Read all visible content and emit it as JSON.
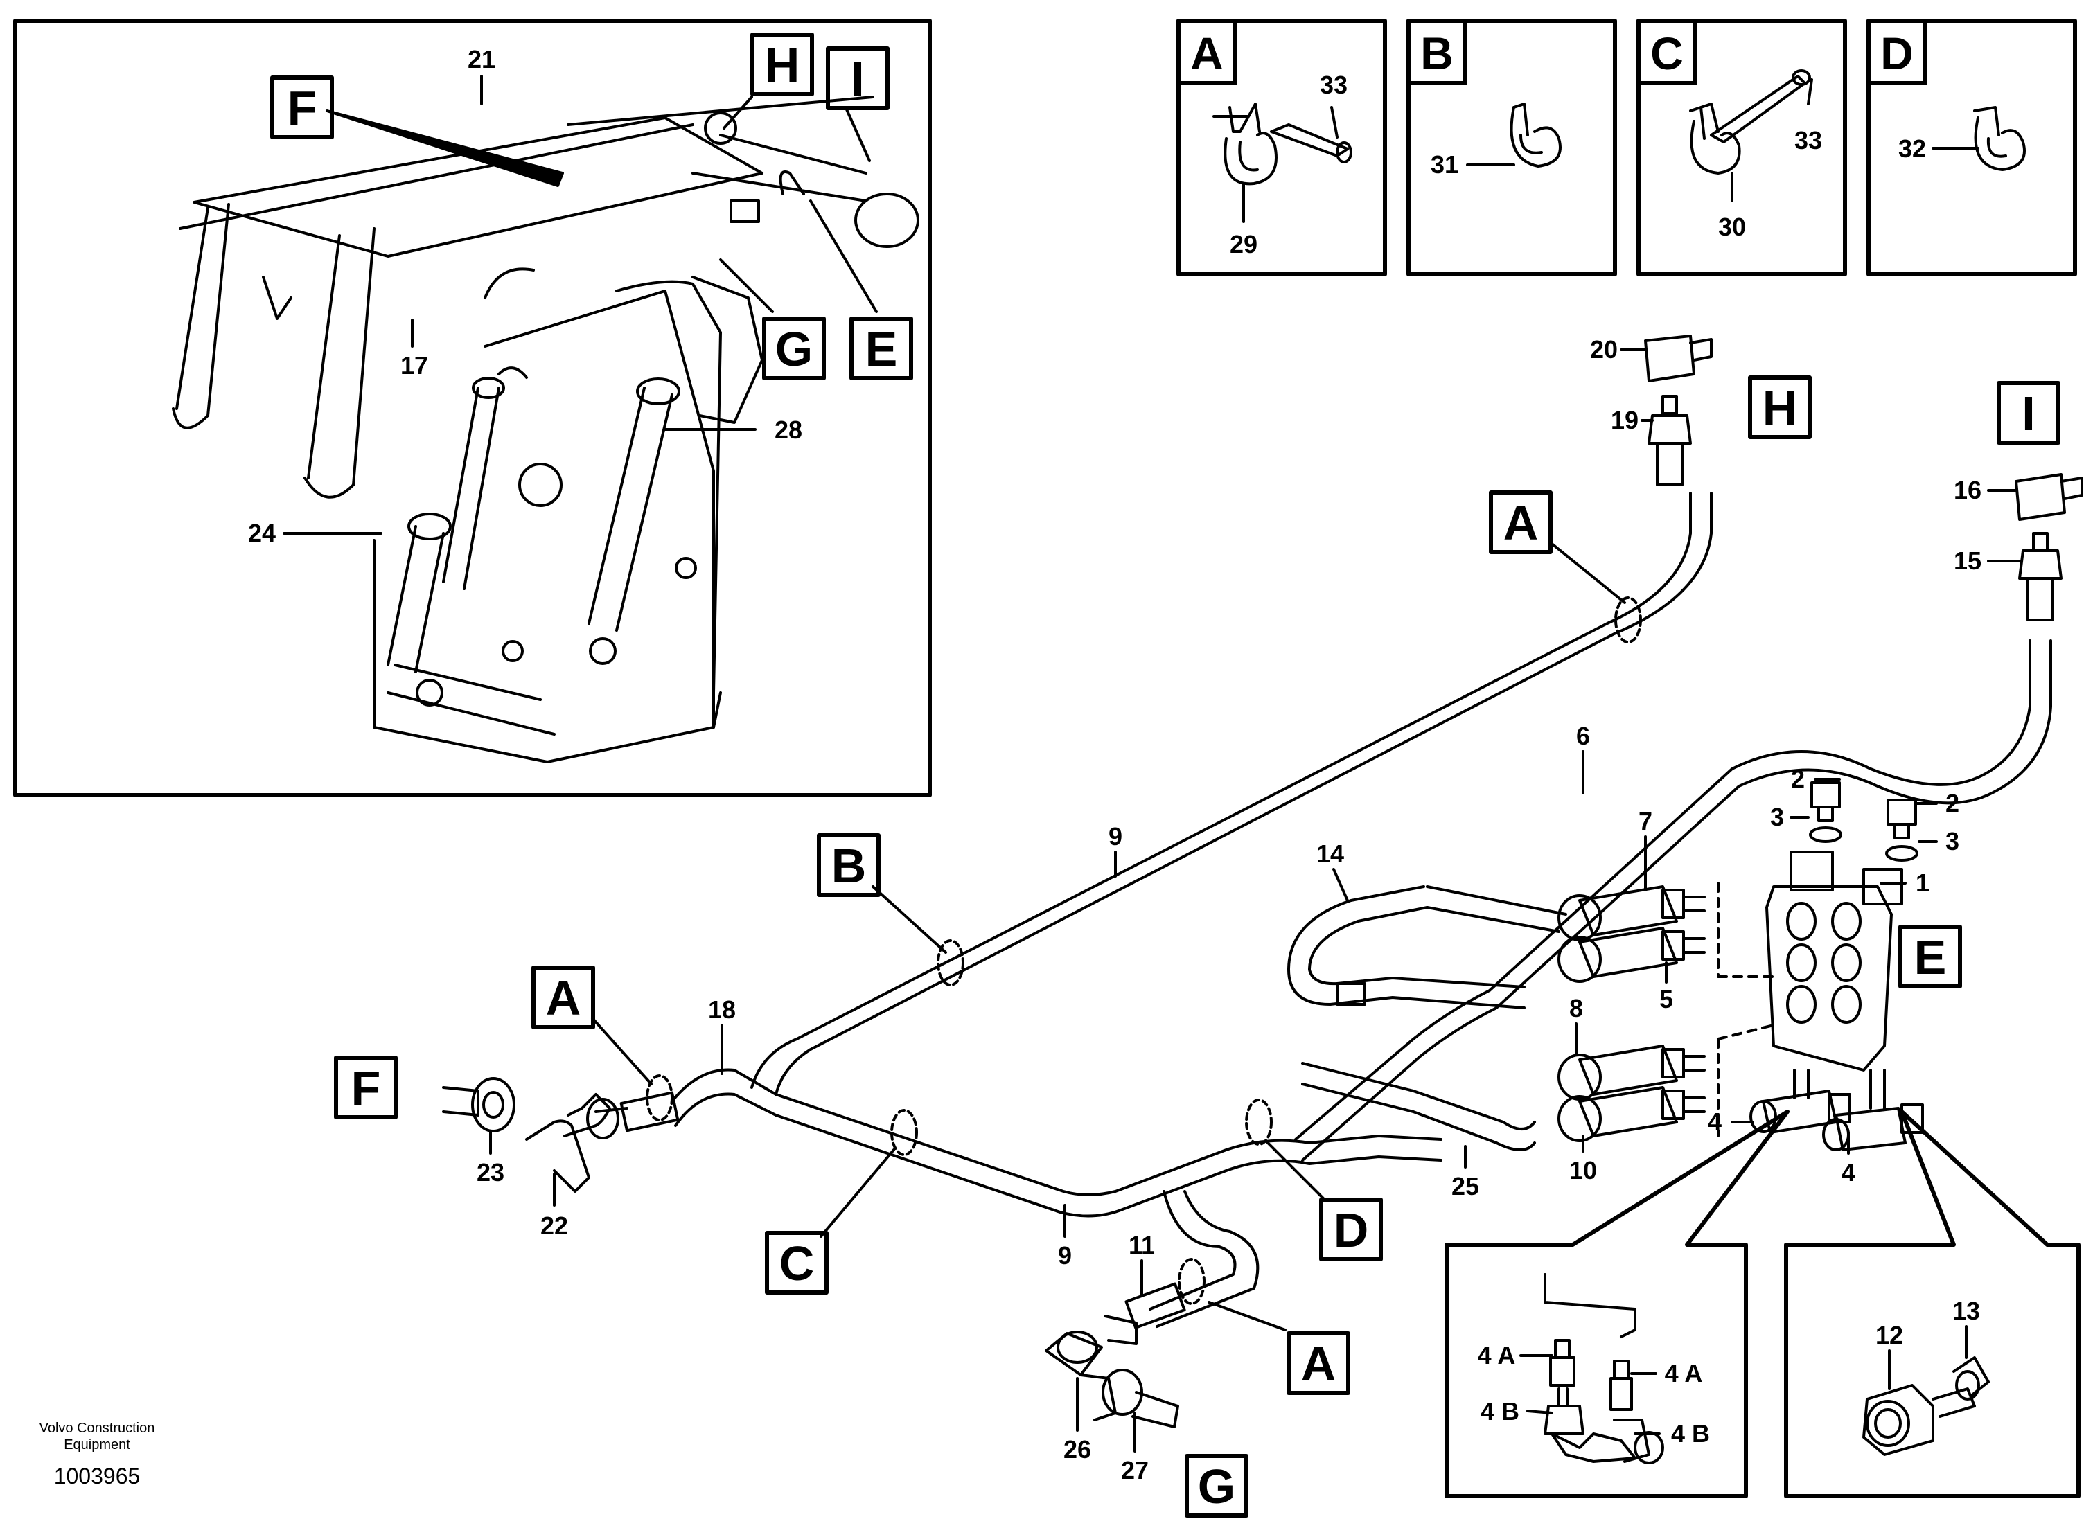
{
  "callout_numbers": [
    "1",
    "2",
    "2",
    "3",
    "3",
    "4",
    "4",
    "5",
    "6",
    "7",
    "8",
    "9",
    "9",
    "10",
    "11",
    "12",
    "13",
    "14",
    "15",
    "16",
    "17",
    "18",
    "19",
    "20",
    "21",
    "22",
    "23",
    "24",
    "25",
    "26",
    "27",
    "28",
    "29",
    "30",
    "31",
    "32",
    "33",
    "33"
  ],
  "detail_labels": [
    "4 A",
    "4 A",
    "4 B",
    "4 B"
  ],
  "view_letters": [
    "A",
    "B",
    "C",
    "D"
  ],
  "location_letters": [
    "F",
    "H",
    "I",
    "G",
    "E",
    "H",
    "I",
    "B",
    "A",
    "A",
    "F",
    "E",
    "C",
    "D",
    "A",
    "G"
  ],
  "footer": {
    "company_line1": "Volvo Construction",
    "company_line2": "Equipment",
    "drawing_number": "1003965"
  }
}
